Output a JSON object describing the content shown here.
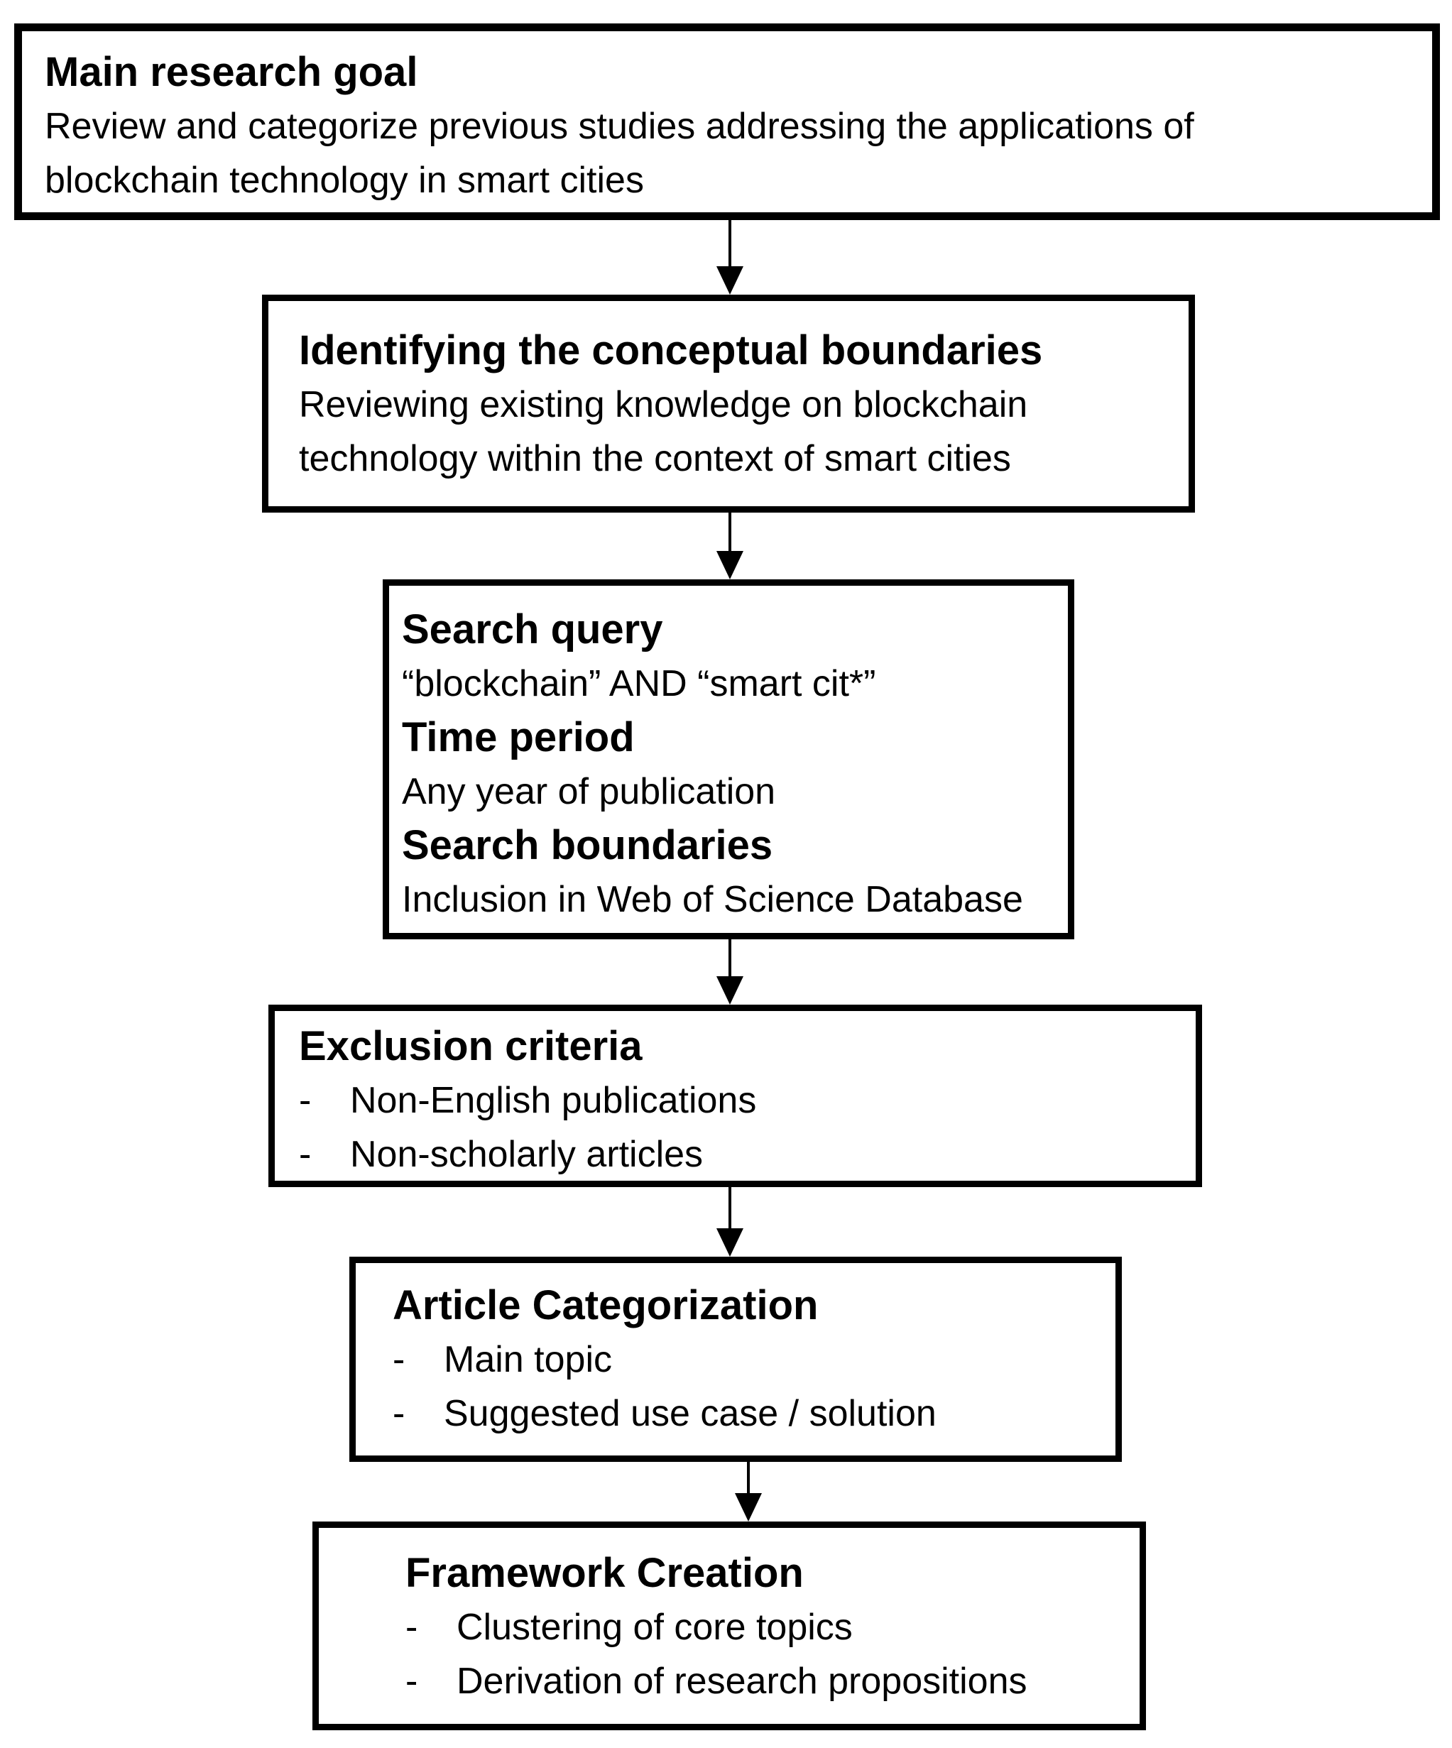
{
  "figure": {
    "background_color": "#ffffff",
    "border_color": "#000000",
    "text_color": "#000000"
  },
  "bullet_marker": "-",
  "boxes": [
    {
      "name": "main-research-goal",
      "heading": "Main research goal",
      "body": "Review and categorize previous studies addressing the applications of\nblockchain technology in smart cities"
    },
    {
      "name": "identifying-conceptual-boundaries",
      "heading": "Identifying the conceptual boundaries",
      "body": "Reviewing existing knowledge on blockchain\ntechnology within the context of smart cities"
    },
    {
      "name": "search-parameters",
      "segments": [
        {
          "style": "heading",
          "text": "Search query"
        },
        {
          "style": "body",
          "text": "“blockchain” AND “smart cit*”"
        },
        {
          "style": "heading",
          "text": "Time period"
        },
        {
          "style": "body",
          "text": "Any year of publication"
        },
        {
          "style": "heading",
          "text": "Search boundaries"
        },
        {
          "style": "body",
          "text": "Inclusion in Web of Science Database"
        }
      ]
    },
    {
      "name": "exclusion-criteria",
      "heading": "Exclusion criteria",
      "bullets": [
        "Non-English publications",
        "Non-scholarly articles"
      ]
    },
    {
      "name": "article-categorization",
      "heading": "Article Categorization",
      "bullets": [
        "Main topic",
        "Suggested use case / solution"
      ]
    },
    {
      "name": "framework-creation",
      "heading": "Framework Creation",
      "bullets": [
        "Clustering of core topics",
        "Derivation of research propositions"
      ]
    }
  ]
}
